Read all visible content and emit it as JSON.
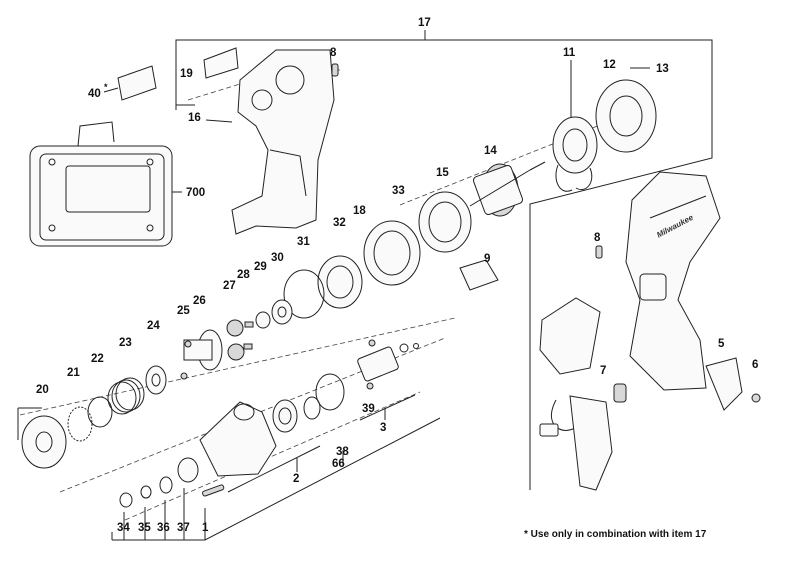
{
  "callouts": {
    "c17": "17",
    "c8a": "8",
    "c11": "11",
    "c12": "12",
    "c13": "13",
    "c19": "19",
    "c40": "40",
    "c40_star": "*",
    "c16": "16",
    "c14": "14",
    "c700": "700",
    "c15": "15",
    "c33": "33",
    "c18": "18",
    "c32": "32",
    "c31": "31",
    "c8b": "8",
    "c9": "9",
    "c30": "30",
    "c29": "29",
    "c28": "28",
    "c27": "27",
    "c26": "26",
    "c25": "25",
    "c24": "24",
    "c23": "23",
    "c22": "22",
    "c21": "21",
    "c20": "20",
    "c5": "5",
    "c6": "6",
    "c7": "7",
    "c39": "39",
    "c3": "3",
    "c38": "38",
    "c66": "66",
    "c2": "2",
    "c34": "34",
    "c35": "35",
    "c36": "36",
    "c37": "37",
    "c1": "1"
  },
  "brand_mark": "Milwaukee",
  "footnote": "* Use only in combination with item 17"
}
